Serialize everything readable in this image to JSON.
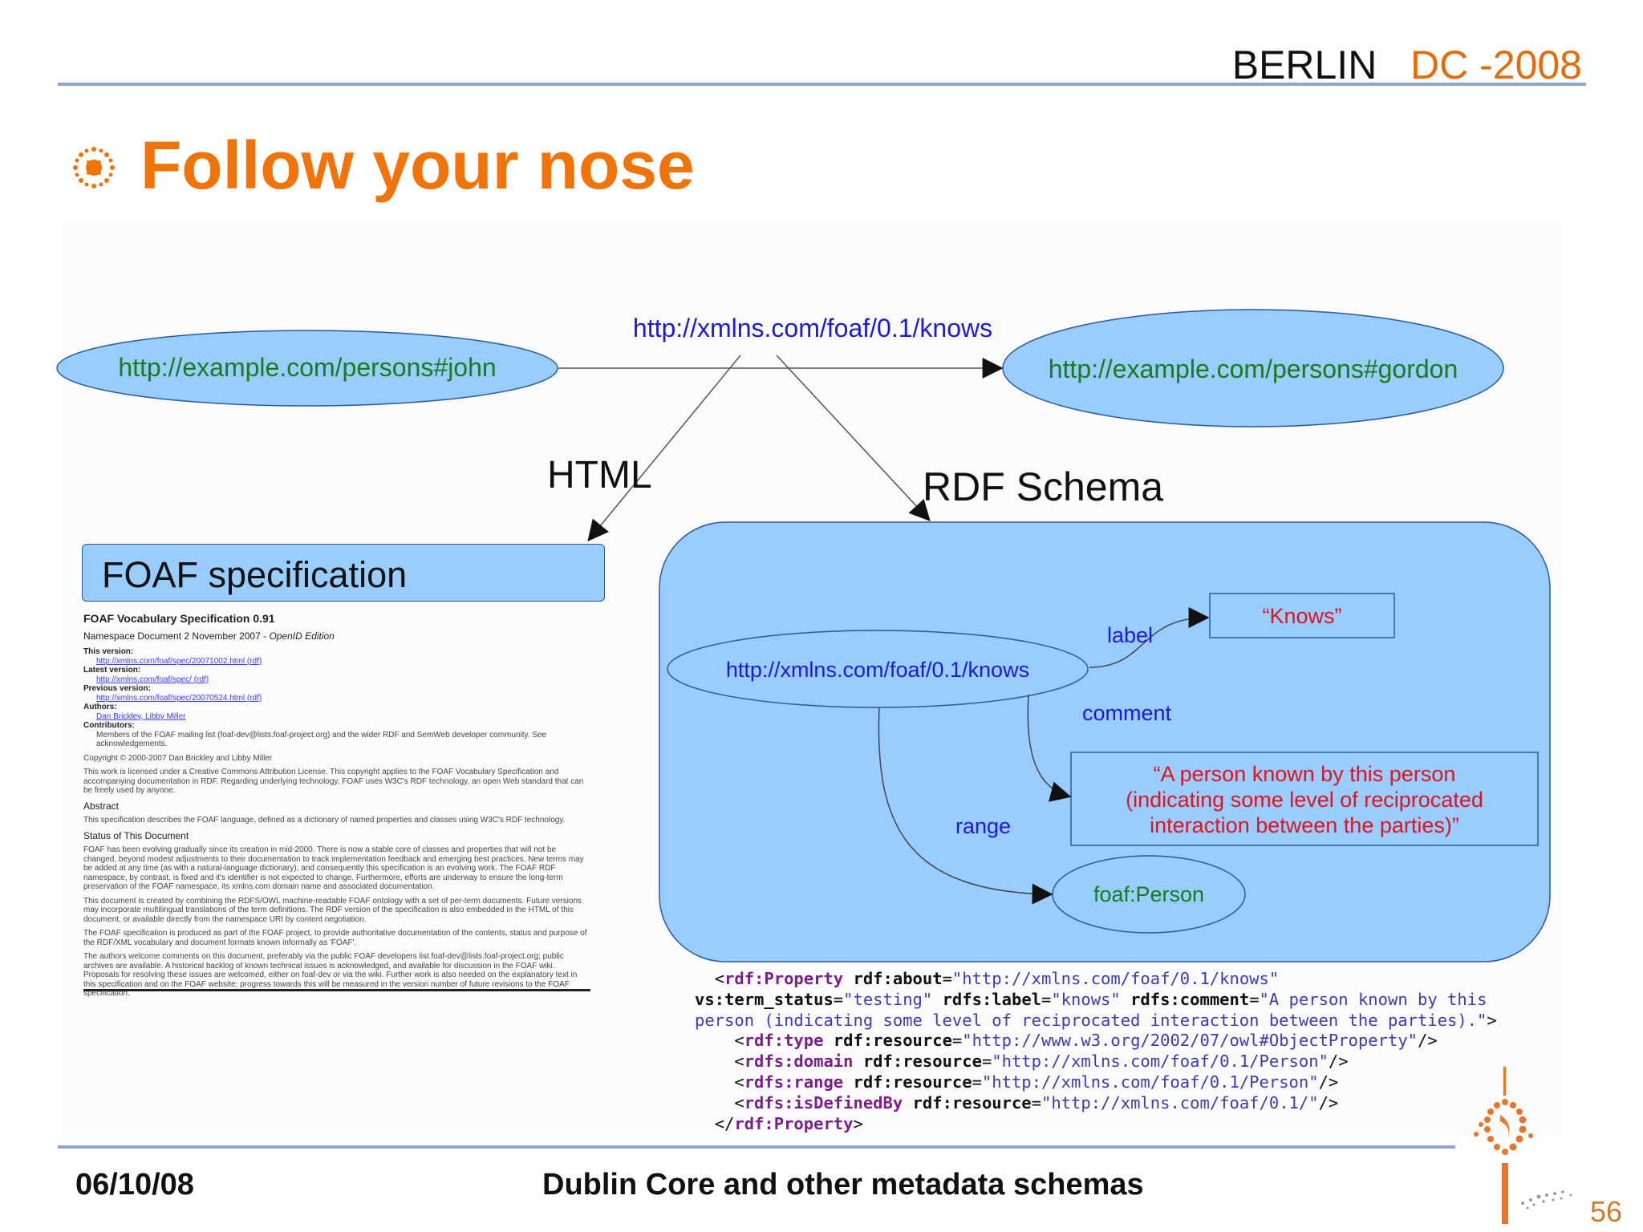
{
  "header": {
    "event_city": "BERLIN",
    "event_year": "DC -2008"
  },
  "slide": {
    "title": "Follow your nose"
  },
  "diagram": {
    "predicate_label": "http://xmlns.com/foaf/0.1/knows",
    "subject": "http://example.com/persons#john",
    "object": "http://example.com/persons#gordon",
    "html_label": "HTML",
    "rdf_schema_label": "RDF Schema",
    "foaf_spec_label": "FOAF specification",
    "schema": {
      "property": "http://xmlns.com/foaf/0.1/knows",
      "label_edge": "label",
      "label_value": "“Knows”",
      "comment_edge": "comment",
      "comment_lines": [
        "“A person known by this person",
        "(indicating some level of reciprocated",
        "interaction between the parties)”"
      ],
      "range_edge": "range",
      "range_value": "foaf:Person"
    },
    "colors": {
      "node_fill": "#99ccff",
      "node_text": "#1b7a1b",
      "link_text": "#1a1adb",
      "literal_text": "#e0141e",
      "edge": "#333333"
    }
  },
  "spec_page": {
    "title": "FOAF Vocabulary Specification 0.91",
    "subtitle_prefix": "Namespace Document 2 November 2007 - ",
    "subtitle_edition": "OpenID Edition",
    "this_version_label": "This version:",
    "this_version_url": "http://xmlns.com/foaf/spec/20071002.html (rdf)",
    "latest_version_label": "Latest version:",
    "latest_version_url": "http://xmlns.com/foaf/spec/ (rdf)",
    "previous_version_label": "Previous version:",
    "previous_version_url": "http://xmlns.com/foaf/spec/20070524.html (rdf)",
    "authors_label": "Authors:",
    "authors": "Dan Brickley, Libby Miller",
    "contributors_label": "Contributors:",
    "contributors": "Members of the FOAF mailing list (foaf-dev@lists.foaf-project.org) and the wider RDF and SemWeb developer community. See acknowledgements.",
    "copyright": "Copyright © 2000-2007 Dan Brickley and Libby Miller",
    "license": "This work is licensed under a Creative Commons Attribution License. This copyright applies to the FOAF Vocabulary Specification and accompanying documentation in RDF. Regarding underlying technology, FOAF uses W3C's RDF technology, an open Web standard that can be freely used by anyone.",
    "abstract_heading": "Abstract",
    "abstract_text": "This specification describes the FOAF language, defined as a dictionary of named properties and classes using W3C's RDF technology.",
    "status_heading": "Status of This Document",
    "status_p1": "FOAF has been evolving gradually since its creation in mid-2000. There is now a stable core of classes and properties that will not be changed, beyond modest adjustments to their documentation to track implementation feedback and emerging best practices. New terms may be added at any time (as with a natural-language dictionary), and consequently this specification is an evolving work. The FOAF RDF namespace, by contrast, is fixed and it's identifier is not expected to change. Furthermore, efforts are underway to ensure the long-term preservation of the FOAF namespace, its xmlns.com domain name and associated documentation.",
    "status_p2": "This document is created by combining the RDFS/OWL machine-readable FOAF ontology with a set of per-term documents. Future versions may incorporate multilingual translations of the term definitions. The RDF version of the specification is also embedded in the HTML of this document, or available directly from the namespace URI by content negotiation.",
    "status_p3": "The FOAF specification is produced as part of the FOAF project, to provide authoritative documentation of the contents, status and purpose of the RDF/XML vocabulary and document formats known informally as 'FOAF'.",
    "status_p4": "The authors welcome comments on this document, preferably via the public FOAF developers list foaf-dev@lists.foaf-project.org; public archives are available. A historical backlog of known technical issues is acknowledged, and available for discussion in the FOAF wiki. Proposals for resolving these issues are welcomed, either on foaf-dev or via the wiki. Further work is also needed on the explanatory text in this specification and on the FOAF website; progress towards this will be measured in the version number of future revisions to the FOAF specification."
  },
  "rdf_code": {
    "l1_open": "<",
    "l1_tag": "rdf:Property",
    "l1_attr": " rdf:about",
    "l1_eq": "=",
    "l1_val": "\"http://xmlns.com/foaf/0.1/knows\"",
    "l2_attr1": "vs:term_status",
    "l2_eq1": "=",
    "l2_val1": "\"testing\"",
    "l2_attr2": " rdfs:label",
    "l2_eq2": "=",
    "l2_val2": "\"knows\"",
    "l2_attr3": " rdfs:comment",
    "l2_eq3": "=",
    "l2_val3": "\"A person known by this",
    "l3_val": "person (indicating some level of reciprocated interaction between the parties).\"",
    "l3_close": ">",
    "l4_open": "<",
    "l4_tag": "rdf:type",
    "l4_attr": " rdf:resource",
    "l4_eq": "=",
    "l4_val": "\"http://www.w3.org/2002/07/owl#ObjectProperty\"",
    "l4_close": "/>",
    "l5_open": "<",
    "l5_tag": "rdfs:domain",
    "l5_attr": " rdf:resource",
    "l5_eq": "=",
    "l5_val": "\"http://xmlns.com/foaf/0.1/Person\"",
    "l5_close": "/>",
    "l6_open": "<",
    "l6_tag": "rdfs:range",
    "l6_attr": " rdf:resource",
    "l6_eq": "=",
    "l6_val": "\"http://xmlns.com/foaf/0.1/Person\"",
    "l6_close": "/>",
    "l7_open": "<",
    "l7_tag": "rdfs:isDefinedBy",
    "l7_attr": " rdf:resource",
    "l7_eq": "=",
    "l7_val": "\"http://xmlns.com/foaf/0.1/\"",
    "l7_close": "/>",
    "l8_open": "</",
    "l8_tag": "rdf:Property",
    "l8_close": ">"
  },
  "footer": {
    "date": "06/10/08",
    "title": "Dublin Core and other metadata schemas",
    "page": "56"
  }
}
